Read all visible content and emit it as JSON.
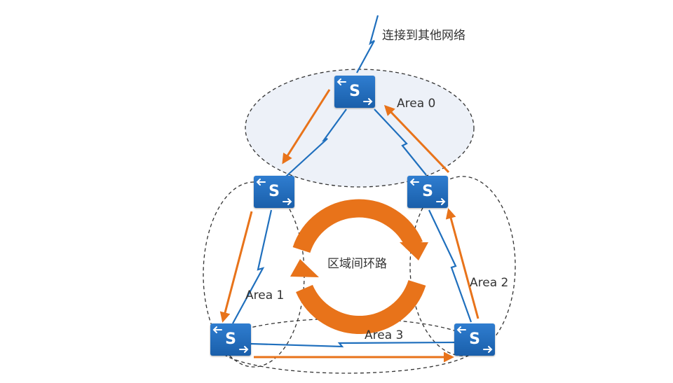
{
  "title": "连接到其他网络",
  "loop_label": "区域间环路",
  "areas": [
    {
      "id": "area0",
      "label": "Area 0"
    },
    {
      "id": "area1",
      "label": "Area 1"
    },
    {
      "id": "area2",
      "label": "Area 2"
    },
    {
      "id": "area3",
      "label": "Area 3"
    }
  ],
  "switch_letter": "S",
  "colors": {
    "link": "#1f6fbd",
    "arrow": "#e8731a",
    "switch": "#1f67b2",
    "area_fill": "#edf1f8",
    "area_border": "#333333"
  }
}
